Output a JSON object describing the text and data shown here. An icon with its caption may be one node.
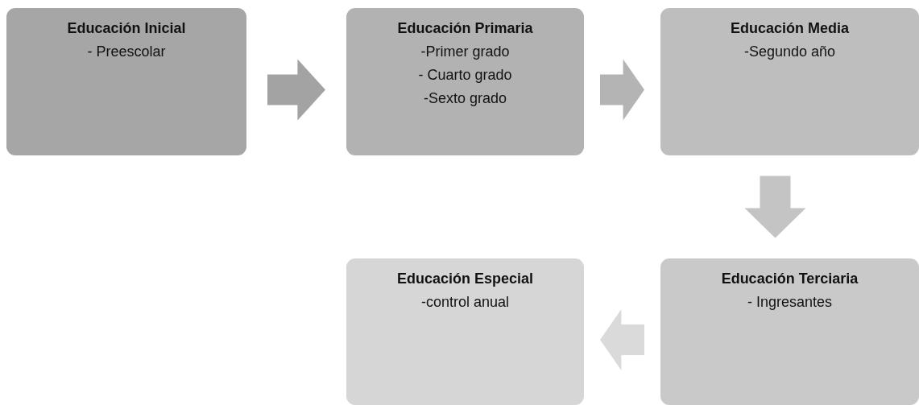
{
  "diagram": {
    "nodes": [
      {
        "text": [
          "Educación Inicial",
          "- Preescolar"
        ]
      },
      {
        "text": [
          "Educación Primaria",
          "-Primer grado",
          "- Cuarto grado",
          "-Sexto grado"
        ]
      },
      {
        "text": [
          "Educación Media",
          "-Segundo año"
        ]
      },
      {
        "text": [
          "Educación Especial",
          "-control anual"
        ]
      },
      {
        "text": [
          "Educación Terciaria",
          "- Ingresantes"
        ]
      }
    ],
    "edges": [
      {
        "from": 0,
        "to": 1,
        "arrow": "to",
        "color": "#a3a3a3"
      },
      {
        "from": 1,
        "to": 2,
        "arrow": "to",
        "color": "#b4b4b4"
      },
      {
        "from": 2,
        "to": 4,
        "arrow": "to",
        "color": "#c4c4c4"
      },
      {
        "from": 4,
        "to": 3,
        "arrow": "to",
        "color": "#dadada"
      }
    ]
  }
}
